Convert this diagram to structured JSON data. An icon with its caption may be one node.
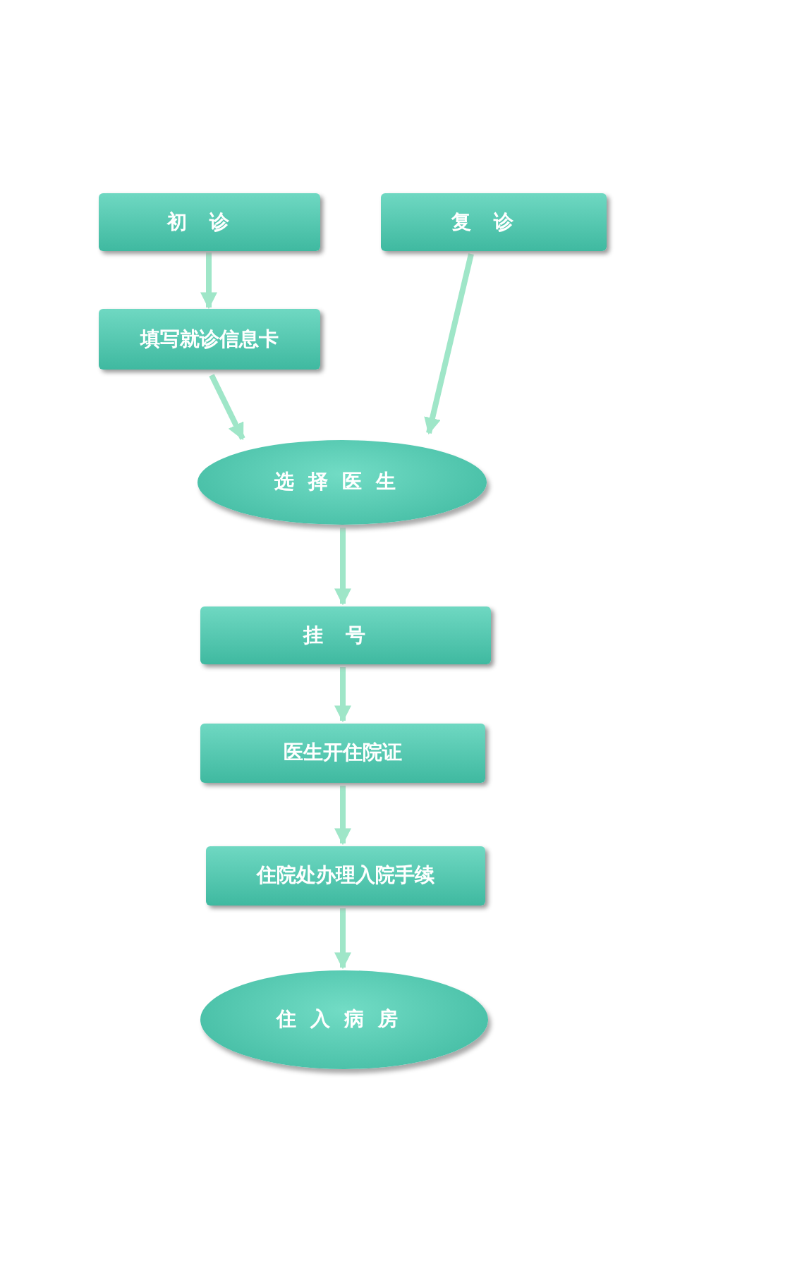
{
  "diagram": {
    "nodes": [
      {
        "text": [
          "初诊"
        ]
      },
      {
        "text": [
          "复诊"
        ]
      },
      {
        "text": [
          "填写就诊信息卡"
        ]
      },
      {
        "text": [
          "选择医生"
        ]
      },
      {
        "text": [
          "挂号"
        ]
      },
      {
        "text": [
          "医生开住院证"
        ]
      },
      {
        "text": [
          "住院处办理入院手续"
        ]
      },
      {
        "text": [
          "住入病房"
        ]
      }
    ],
    "edges": [
      {
        "from": 0,
        "to": 2,
        "arrow": "to"
      },
      {
        "from": 2,
        "to": 3,
        "arrow": "to"
      },
      {
        "from": 1,
        "to": 3,
        "arrow": "to"
      },
      {
        "from": 3,
        "to": 4,
        "arrow": "to"
      },
      {
        "from": 4,
        "to": 5,
        "arrow": "to"
      },
      {
        "from": 5,
        "to": 6,
        "arrow": "to"
      },
      {
        "from": 6,
        "to": 7,
        "arrow": "to"
      }
    ]
  }
}
